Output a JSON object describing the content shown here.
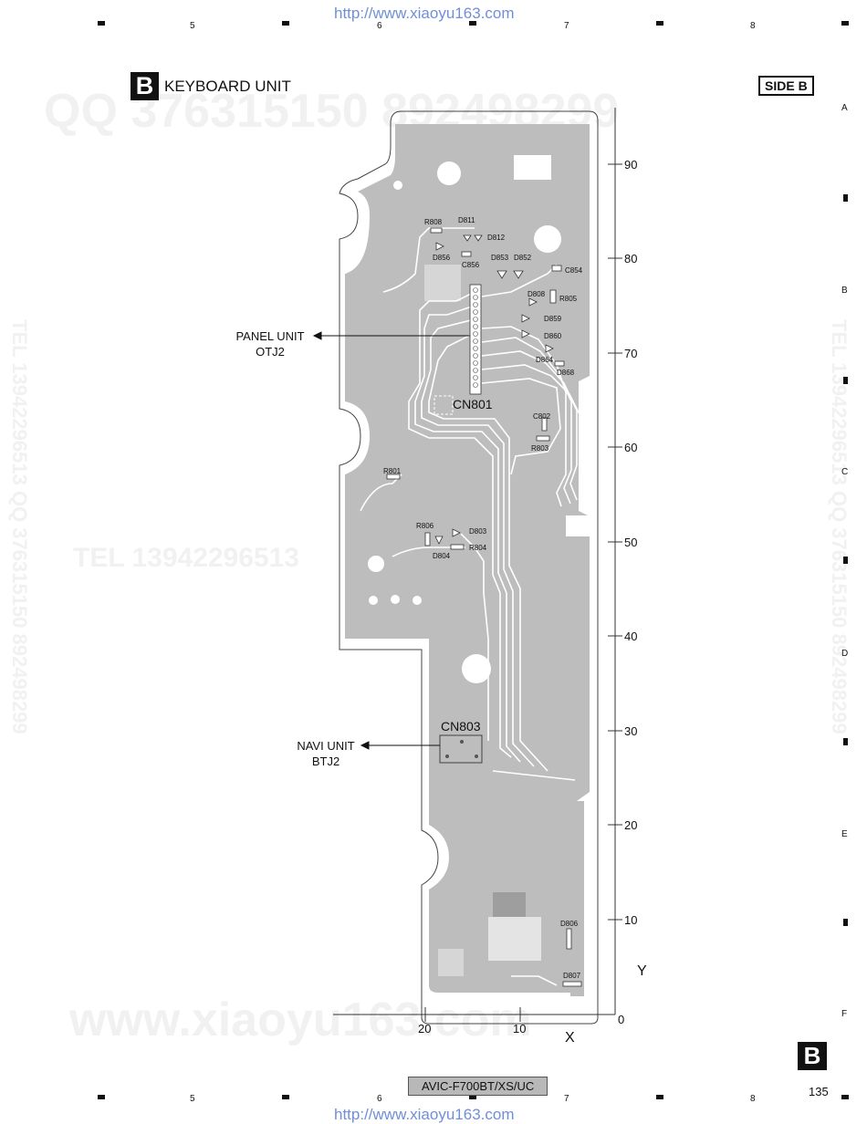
{
  "header": {
    "url_top": "http://www.xiaoyu163.com",
    "url_bottom": "http://www.xiaoyu163.com",
    "section_badge": "B",
    "title": "KEYBOARD UNIT",
    "side_label": "SIDE B"
  },
  "grid": {
    "columns": [
      "5",
      "6",
      "7",
      "8"
    ],
    "rows": [
      "A",
      "B",
      "C",
      "D",
      "E",
      "F"
    ]
  },
  "callouts": {
    "panel_unit": {
      "line1": "PANEL UNIT",
      "line2": "OTJ2"
    },
    "navi_unit": {
      "line1": "NAVI UNIT",
      "line2": "BTJ2"
    }
  },
  "board_labels": {
    "cn801": "CN801",
    "cn803": "CN803",
    "refs": [
      "R808",
      "D811",
      "D812",
      "D856",
      "C856",
      "D853",
      "D852",
      "C854",
      "D808",
      "R805",
      "D859",
      "D860",
      "D864",
      "D868",
      "C802",
      "R803",
      "R801",
      "R806",
      "D803",
      "D804",
      "R804",
      "D806",
      "D807"
    ]
  },
  "axes": {
    "y_label": "Y",
    "x_label": "X",
    "y_ticks": [
      "90",
      "80",
      "70",
      "60",
      "50",
      "40",
      "30",
      "20",
      "10",
      "0"
    ],
    "x_ticks": [
      "20",
      "10"
    ]
  },
  "footer": {
    "model": "AVIC-F700BT/XS/UC",
    "page_badge": "B",
    "page_number": "135"
  },
  "watermarks": {
    "qq": "QQ 376315150   892498299",
    "tel": "TEL 13942296513",
    "tel_qq": "TEL 13942296513 QQ 376315150 892498299",
    "site": "www.xiaoyu163.com"
  }
}
